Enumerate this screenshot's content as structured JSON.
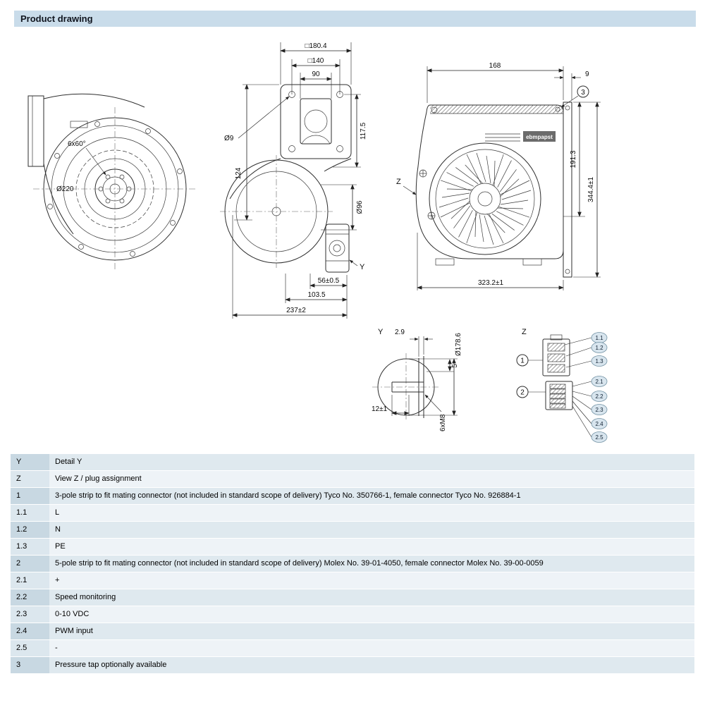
{
  "page": {
    "title": "Product drawing"
  },
  "drawing": {
    "front_view": {
      "dim_diameter": "Ø220",
      "dim_bolt_pattern": "6x60°"
    },
    "flange_view": {
      "dim_outer_square": "□180.4",
      "dim_inner_square": "□140",
      "dim_hole_pitch": "90",
      "dim_hole": "Ø9",
      "dim_height_right": "117.5",
      "dim_height_left": "124",
      "dim_outlet": "Ø96",
      "detail_marker": "Y",
      "dim_56": "56±0.5",
      "dim_103": "103.5",
      "dim_237": "237±2"
    },
    "side_view": {
      "dim_depth": "168",
      "dim_flange_offset": "9",
      "dim_height_inner": "191.3",
      "dim_height_total": "344.4±1",
      "dim_width_total": "323.2±1",
      "view_marker": "Z",
      "brand": "ebmpapst",
      "callout": "3"
    },
    "detail_y": {
      "title": "Y",
      "dim_29": "2.9",
      "dim_diameter": "Ø178.6",
      "dim_5": "5",
      "dim_12": "12±1",
      "dim_thread": "6xM8"
    },
    "view_z": {
      "title": "Z",
      "callout_1": "1",
      "callout_2": "2",
      "pins_1": [
        "1.1",
        "1.2",
        "1.3"
      ],
      "pins_2": [
        "2.1",
        "2.2",
        "2.3",
        "2.4",
        "2.5"
      ]
    }
  },
  "table": {
    "rows": [
      {
        "key": "Y",
        "desc": "Detail Y"
      },
      {
        "key": "Z",
        "desc": "View Z / plug assignment"
      },
      {
        "key": "1",
        "desc": "3-pole strip to fit mating connector (not included in standard scope of delivery) Tyco No. 350766-1, female connector Tyco No. 926884-1"
      },
      {
        "key": "1.1",
        "desc": "L"
      },
      {
        "key": "1.2",
        "desc": "N"
      },
      {
        "key": "1.3",
        "desc": "PE"
      },
      {
        "key": "2",
        "desc": "5-pole strip to fit mating connector (not included in standard scope of delivery) Molex No. 39-01-4050, female connector Molex No. 39-00-0059"
      },
      {
        "key": "2.1",
        "desc": "+"
      },
      {
        "key": "2.2",
        "desc": "Speed monitoring"
      },
      {
        "key": "2.3",
        "desc": "0-10 VDC"
      },
      {
        "key": "2.4",
        "desc": "PWM input"
      },
      {
        "key": "2.5",
        "desc": "-"
      },
      {
        "key": "3",
        "desc": "Pressure tap optionally available"
      }
    ]
  }
}
